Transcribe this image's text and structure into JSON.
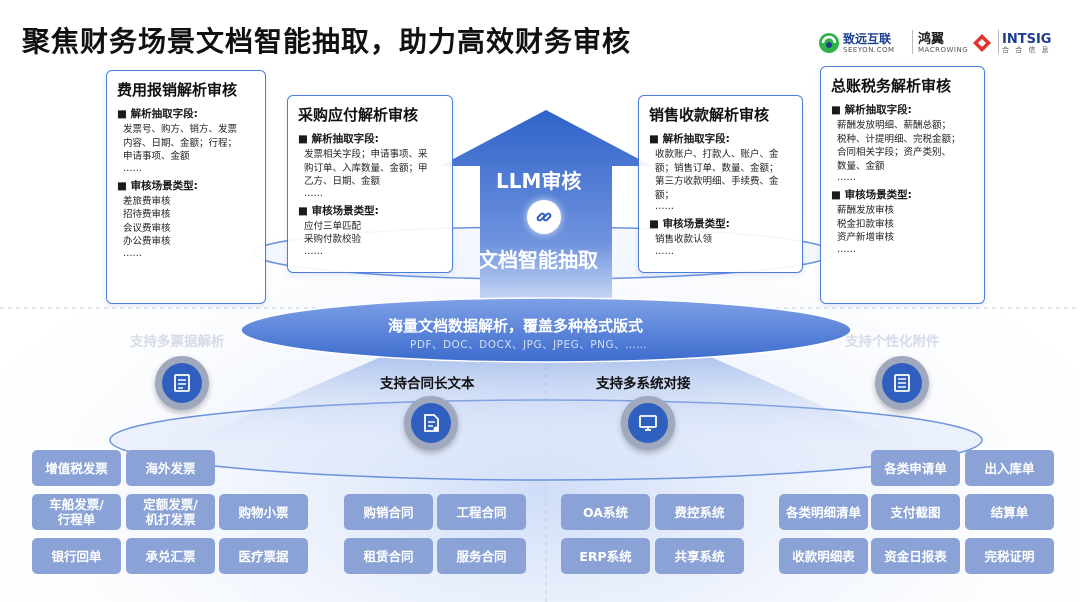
{
  "title": "聚焦财务场景文档智能抽取，助力高效财务审核",
  "logos": {
    "seeyon": {
      "name": "致远互联",
      "sub": "SEEYON.COM"
    },
    "hongyi": {
      "name": "鸿翼",
      "sub": "MACROWING"
    },
    "intsig": {
      "name": "INTSIG",
      "sub": "合 合 信 息"
    }
  },
  "cards": [
    {
      "title": "费用报销解析审核",
      "field_heading": "■ 解析抽取字段:",
      "fields": [
        "发票号、购方、销方、发票",
        "内容、日期、金额；行程；",
        "申请事项、金额"
      ],
      "scene_heading": "■ 审核场景类型:",
      "scenes": [
        "差旅费审核",
        "招待费审核",
        "会议费审核",
        "办公费审核"
      ]
    },
    {
      "title": "采购应付解析审核",
      "field_heading": "■ 解析抽取字段:",
      "fields": [
        "发票相关字段；申请事项、采",
        "购订单、入库数量、金额；甲",
        "乙方、日期、金额"
      ],
      "scene_heading": "■ 审核场景类型:",
      "scenes": [
        "应付三单匹配",
        "采购付款校验"
      ]
    },
    {
      "title": "销售收款解析审核",
      "field_heading": "■ 解析抽取字段:",
      "fields": [
        "收款账户、打款人、账户、金",
        "额；销售订单、数量、金额；",
        "第三方收款明细、手续费、金",
        "额；"
      ],
      "scene_heading": "■ 审核场景类型:",
      "scenes": [
        "销售收款认领"
      ]
    },
    {
      "title": "总账税务解析审核",
      "field_heading": "■ 解析抽取字段:",
      "fields": [
        "薪酬发放明细、薪酬总额；",
        "税种、计提明细、完税金额；",
        "合同相关字段；资产类别、",
        "数量、金额"
      ],
      "scene_heading": "■ 审核场景类型:",
      "scenes": [
        "薪酬发放审核",
        "税金扣款审核",
        "资产新增审核"
      ]
    }
  ],
  "ellipsis": "……",
  "arrow": {
    "top_label": "LLM审核",
    "bottom_label": "文档智能抽取"
  },
  "ring": {
    "label": "海量文档数据解析，覆盖多种格式版式",
    "formats": "PDF、DOC、DOCX、JPG、JPEG、PNG、……"
  },
  "features": [
    {
      "label": "支持多票据解析",
      "icon": "receipt-icon"
    },
    {
      "label": "支持合同长文本",
      "icon": "contract-document-icon"
    },
    {
      "label": "支持多系统对接",
      "icon": "monitor-icon"
    },
    {
      "label": "支持个性化附件",
      "icon": "attachment-list-icon"
    }
  ],
  "pills": {
    "invoices": [
      "增值税发票",
      "海外发票",
      "车船发票/\n行程单",
      "定额发票/\n机打发票",
      "购物小票",
      "银行回单",
      "承兑汇票",
      "医疗票据"
    ],
    "contracts": [
      "购销合同",
      "工程合同",
      "租赁合同",
      "服务合同"
    ],
    "systems": [
      "OA系统",
      "费控系统",
      "ERP系统",
      "共享系统"
    ],
    "attachments": [
      "各类申请单",
      "出入库单",
      "各类明细清单",
      "支付截图",
      "结算单",
      "收款明细表",
      "资金日报表",
      "完税证明"
    ]
  },
  "colors": {
    "primary_blue": "#2f5fbf",
    "pill_blue": "#8aa2d6",
    "card_border": "#4d7fd8"
  }
}
